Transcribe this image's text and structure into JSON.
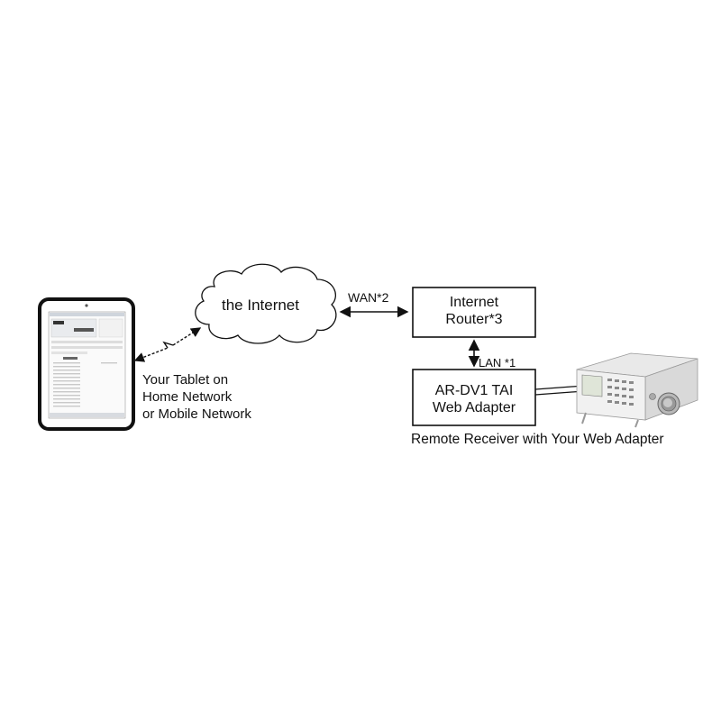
{
  "diagram": {
    "cloud": {
      "label": "the Internet"
    },
    "wan_link": {
      "label": "WAN*2"
    },
    "lan_link": {
      "label": "LAN *1"
    },
    "router": {
      "line1": "Internet",
      "line2": "Router*3"
    },
    "adapter": {
      "line1": "AR-DV1 TAI",
      "line2": "Web Adapter"
    },
    "tablet": {
      "caption_line1": "Your Tablet on",
      "caption_line2": "Home Network",
      "caption_line3": "or Mobile Network"
    },
    "receiver": {
      "caption": "Remote Receiver with Your Web Adapter"
    }
  }
}
